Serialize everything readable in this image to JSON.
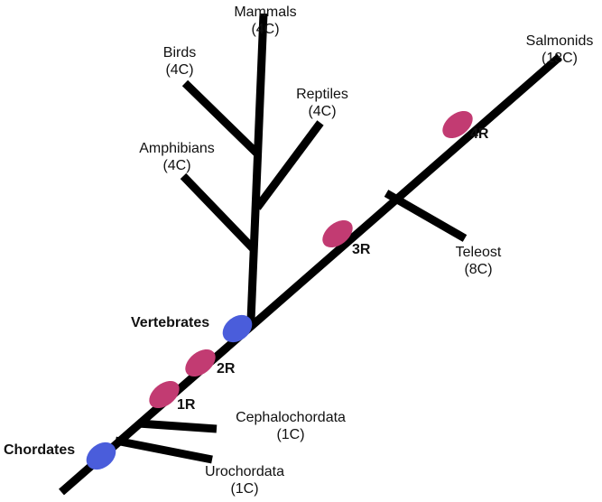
{
  "colors": {
    "branch": "#000000",
    "wgd_event": "#c23b72",
    "clade_node": "#4a5ddb"
  },
  "taxa": {
    "mammals": {
      "name": "Mammals",
      "count": "(4C)"
    },
    "birds": {
      "name": "Birds",
      "count": "(4C)"
    },
    "reptiles": {
      "name": "Reptiles",
      "count": "(4C)"
    },
    "amphibians": {
      "name": "Amphibians",
      "count": "(4C)"
    },
    "salmonids": {
      "name": "Salmonids",
      "count": "(13C)"
    },
    "teleost": {
      "name": "Teleost",
      "count": "(8C)"
    },
    "cephalochordata": {
      "name": "Cephalochordata",
      "count": "(1C)"
    },
    "urochordata": {
      "name": "Urochordata",
      "count": "(1C)"
    }
  },
  "clades": {
    "vertebrates": "Vertebrates",
    "chordates": "Chordates"
  },
  "events": {
    "r1": "1R",
    "r2": "2R",
    "r3": "3R",
    "r4": "4R"
  }
}
